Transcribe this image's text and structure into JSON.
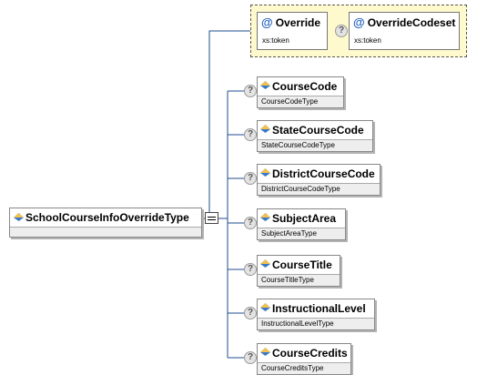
{
  "root": {
    "name": "SchoolCourseInfoOverrideType"
  },
  "attributes": [
    {
      "name": "Override",
      "type": "xs:token"
    },
    {
      "name": "OverrideCodeset",
      "type": "xs:token"
    }
  ],
  "elements": [
    {
      "name": "CourseCode",
      "type": "CourseCodeType"
    },
    {
      "name": "StateCourseCode",
      "type": "StateCourseCodeType"
    },
    {
      "name": "DistrictCourseCode",
      "type": "DistrictCourseCodeType"
    },
    {
      "name": "SubjectArea",
      "type": "SubjectAreaType"
    },
    {
      "name": "CourseTitle",
      "type": "CourseTitleType"
    },
    {
      "name": "InstructionalLevel",
      "type": "InstructionalLevelType"
    },
    {
      "name": "CourseCredits",
      "type": "CourseCreditsType"
    }
  ],
  "symbols": {
    "attribute_marker": "@",
    "optional_marker": "?"
  },
  "colors": {
    "attribute_group_bg": "#fffacd",
    "connector": "#1f4e8c",
    "element_icon": "#3a78c8"
  }
}
